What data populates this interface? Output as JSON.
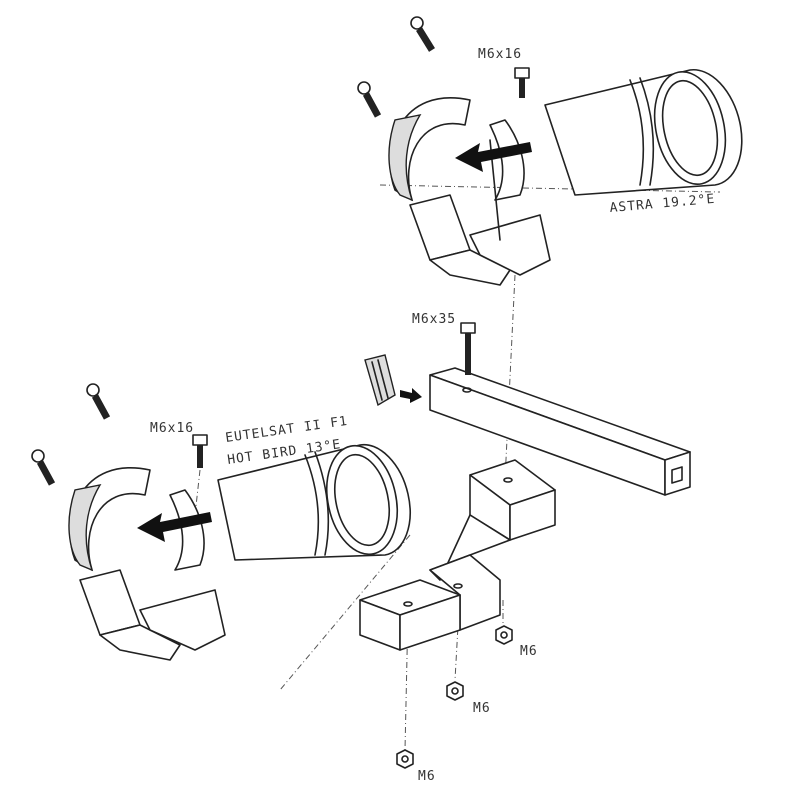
{
  "labels": {
    "top_bolt": "M6x16",
    "top_satellite": "ASTRA 19.2°E",
    "middle_bolt": "M6x35",
    "left_bolt": "M6x16",
    "left_satellite_line1": "EUTELSAT II F1",
    "left_satellite_line2": "HOT BIRD 13°E",
    "nut_1": "M6",
    "nut_2": "M6",
    "nut_3": "M6"
  }
}
